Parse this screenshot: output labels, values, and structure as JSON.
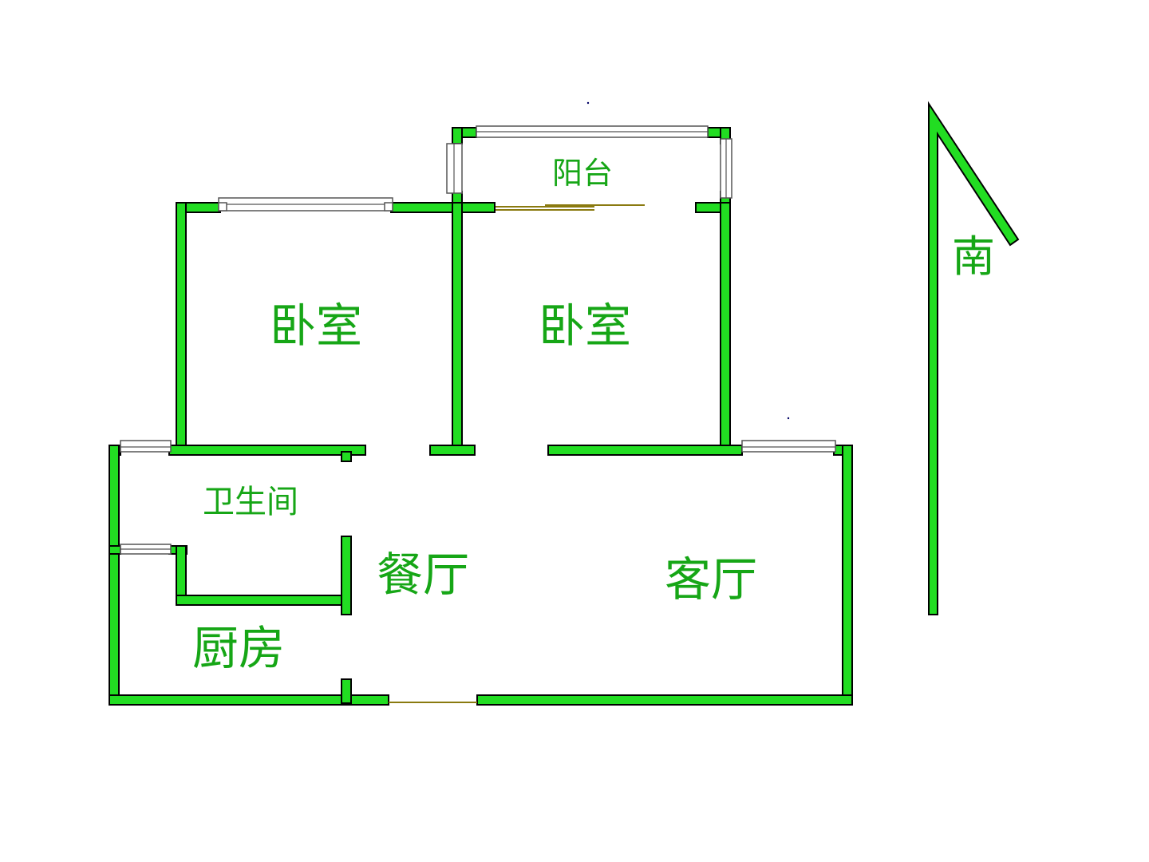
{
  "rooms": {
    "balcony": "阳台",
    "bedroom_left": "卧室",
    "bedroom_right": "卧室",
    "bathroom": "卫生间",
    "dining": "餐厅",
    "living": "客厅",
    "kitchen": "厨房"
  },
  "compass": {
    "label": "南"
  },
  "colors": {
    "wall": "#22dd22",
    "label": "#16a616",
    "door": "#8a7a10"
  }
}
